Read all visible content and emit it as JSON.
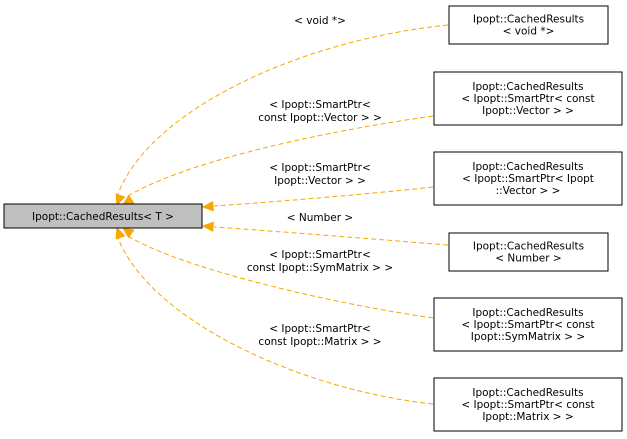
{
  "base_node": {
    "label": "Ipopt::CachedResults< T >"
  },
  "derived": [
    {
      "lines": [
        "Ipopt::CachedResults",
        "< void *>"
      ],
      "edge_label": [
        "< void *>"
      ]
    },
    {
      "lines": [
        "Ipopt::CachedResults",
        "< Ipopt::SmartPtr< const",
        "Ipopt::Vector > >"
      ],
      "edge_label": [
        "< Ipopt::SmartPtr<",
        "const Ipopt::Vector > >"
      ]
    },
    {
      "lines": [
        "Ipopt::CachedResults",
        "< Ipopt::SmartPtr< Ipopt",
        "::Vector > >"
      ],
      "edge_label": [
        "< Ipopt::SmartPtr<",
        "Ipopt::Vector > >"
      ]
    },
    {
      "lines": [
        "Ipopt::CachedResults",
        "< Number >"
      ],
      "edge_label": [
        "< Number >"
      ]
    },
    {
      "lines": [
        "Ipopt::CachedResults",
        "< Ipopt::SmartPtr< const",
        "Ipopt::SymMatrix > >"
      ],
      "edge_label": [
        "< Ipopt::SmartPtr<",
        "const Ipopt::SymMatrix > >"
      ]
    },
    {
      "lines": [
        "Ipopt::CachedResults",
        "< Ipopt::SmartPtr< const",
        "Ipopt::Matrix > >"
      ],
      "edge_label": [
        "< Ipopt::SmartPtr<",
        "const Ipopt::Matrix > >"
      ]
    }
  ],
  "colors": {
    "edge": "#f7a800",
    "base_fill": "#bfbfbf",
    "node_fill": "#ffffff",
    "border": "#000000"
  }
}
